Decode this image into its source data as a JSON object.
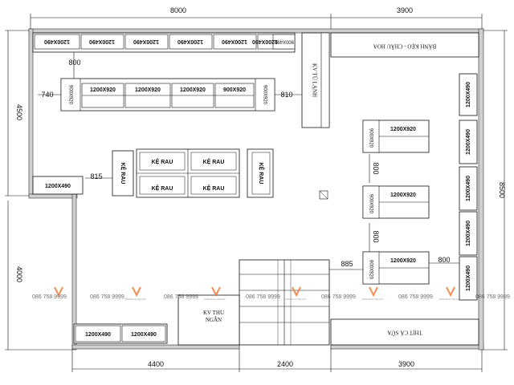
{
  "dimensions": {
    "top_left": "8000",
    "top_right": "3900",
    "left_top": "4500",
    "left_bottom": "4000",
    "right": "8500",
    "bottom_left": "4400",
    "bottom_mid": "2400",
    "bottom_right": "3900"
  },
  "gaps": {
    "top": "800",
    "left": "740",
    "right": "810",
    "center": "815",
    "vertical_1": "800",
    "vertical_2": "800",
    "cashier": "885",
    "right_wall": "800"
  },
  "zones": {
    "fridge": "KV TỦ LẠNH",
    "fruit": "BÁNH KẸO - CHÂU HOA",
    "cashier_line1": "KV THU",
    "cashier_line2": "NGÂN",
    "meat": "THỊT CÁ SỮA"
  },
  "shelves": {
    "top_row": [
      "1200X490",
      "1200X490",
      "1200X490",
      "1200X490",
      "1200X490",
      "1200X490",
      "900X490"
    ],
    "upper_island": {
      "end_left": "900X920",
      "units": [
        "1200X920",
        "1200X920",
        "1200X920",
        "900X920"
      ],
      "end_right": "900X920"
    },
    "vegetables": {
      "end_left": "KỆ RAU",
      "units": [
        "KỆ RAU",
        "KỆ RAU",
        "KỆ RAU",
        "KỆ RAU"
      ],
      "end_right": "KỆ RAU"
    },
    "left_wall": "1200X490",
    "right_islands": [
      {
        "end": "900X920",
        "unit": "1200X920"
      },
      {
        "end": "900X920",
        "unit": "1200X920"
      },
      {
        "end": "900X920",
        "unit": "1200X920"
      }
    ],
    "right_wall": [
      "1200X490",
      "1200X490",
      "1200X490",
      "1200X490",
      "1200X490"
    ],
    "bottom_row": [
      "1200X490",
      "1200X490"
    ]
  },
  "watermark": {
    "phone": "086 758 9999",
    "brand": "VINATECH GROUP"
  },
  "colors": {
    "wall": "#cfcfcf",
    "line": "#111111",
    "watermark_accent": "#f07a3a"
  }
}
